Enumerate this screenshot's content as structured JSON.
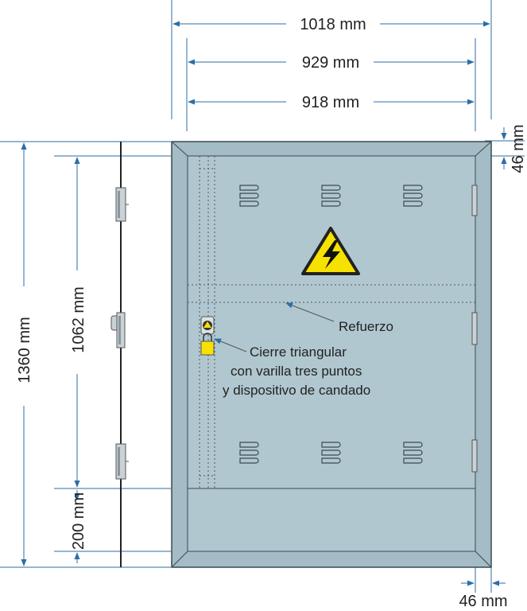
{
  "dimensions": {
    "width_overall": "1018 mm",
    "width_frame": "929 mm",
    "width_door": "918 mm",
    "frame_top": "46 mm",
    "frame_bottom": "46 mm",
    "height_overall": "1360 mm",
    "height_door": "1062 mm",
    "height_plinth": "200 mm"
  },
  "labels": {
    "reinforcement": "Refuerzo",
    "lock_line1": "Cierre triangular",
    "lock_line2": "con varilla tres puntos",
    "lock_line3": "y dispositivo de candado"
  },
  "icons": {
    "warning": "high-voltage-warning-icon",
    "lock": "triangular-lock-icon",
    "padlock": "padlock-icon"
  },
  "colors": {
    "panel": "#b0c7cf",
    "frame": "#a3bcc5",
    "outline": "#3a4a50",
    "dimension": "#2e6ea6",
    "warning_fill": "#f6e200",
    "padlock": "#f6e200"
  }
}
